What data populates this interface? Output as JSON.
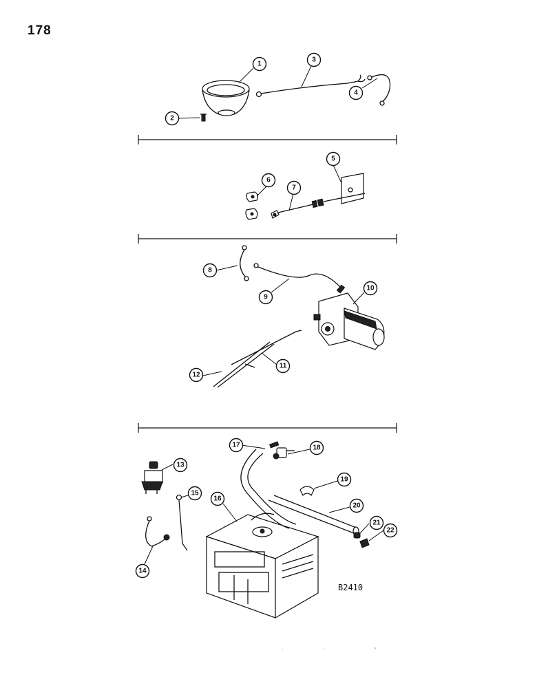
{
  "page_number": "178",
  "figure_code": "B2410",
  "callouts": [
    "1",
    "2",
    "3",
    "4",
    "5",
    "6",
    "7",
    "8",
    "9",
    "10",
    "11",
    "12",
    "13",
    "14",
    "15",
    "16",
    "17",
    "18",
    "19",
    "20",
    "21",
    "22"
  ]
}
